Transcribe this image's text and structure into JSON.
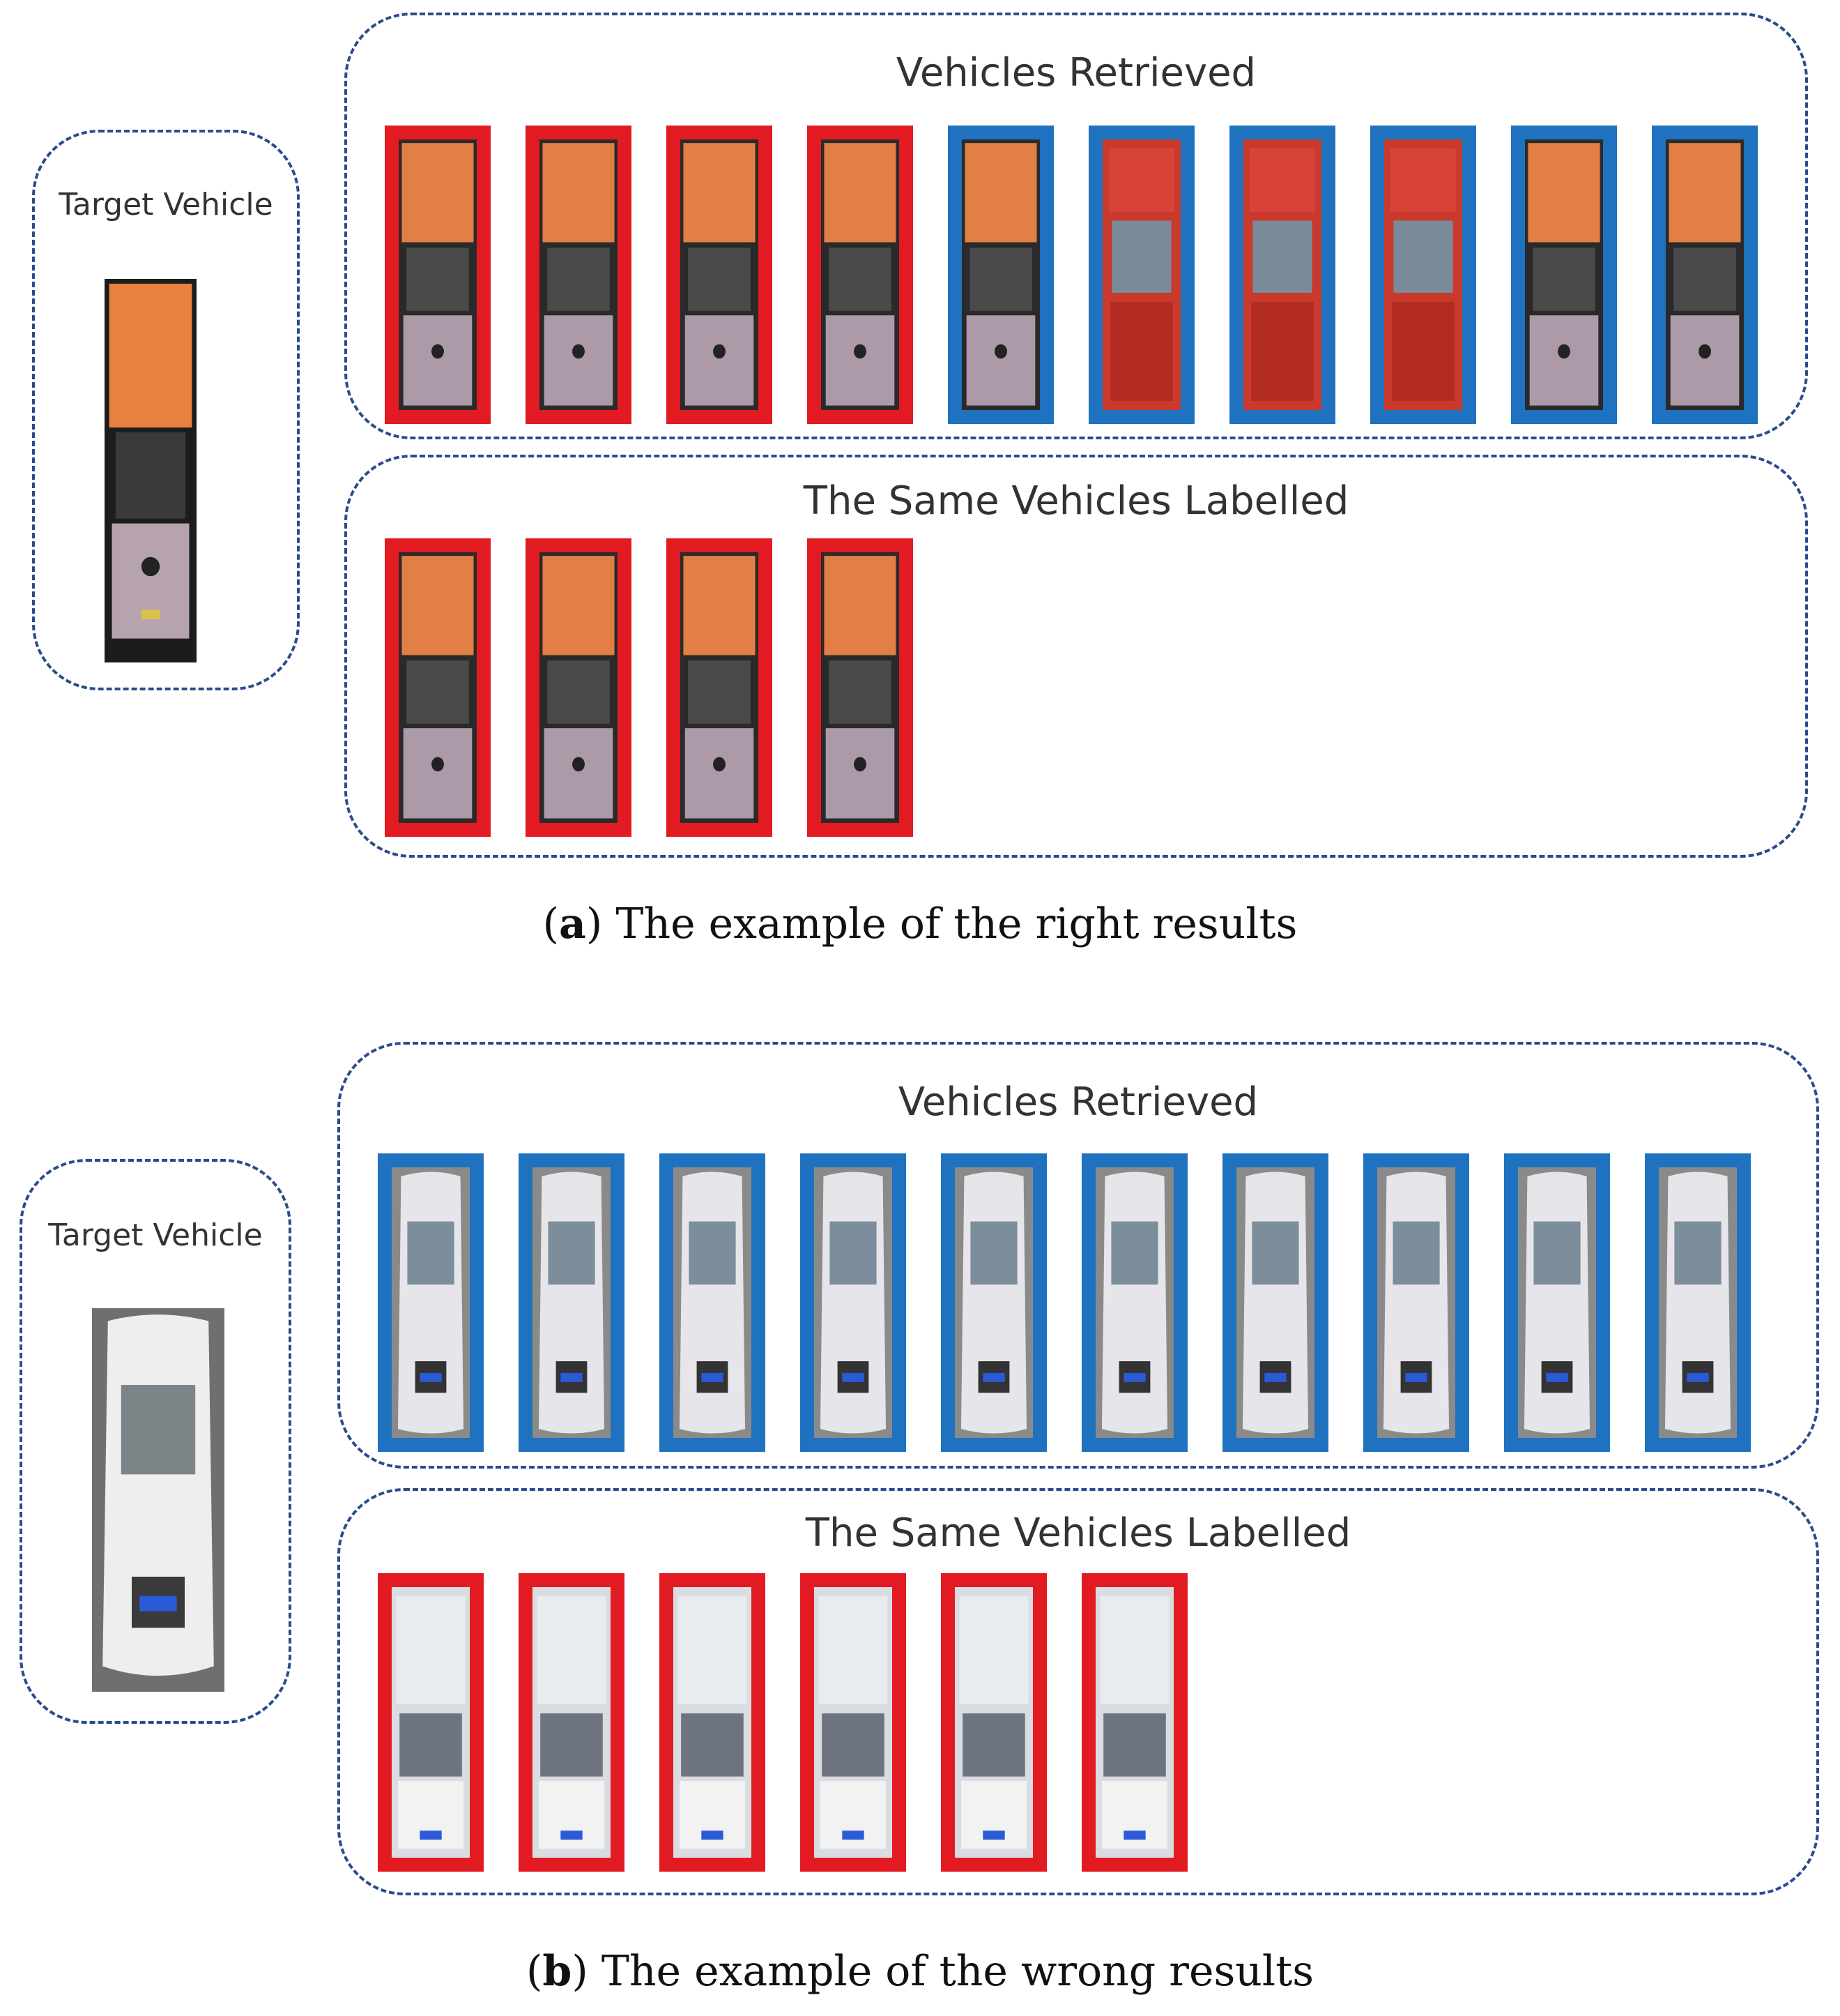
{
  "colors": {
    "border": "#2b4c8c",
    "match": "#e21b23",
    "nonmatch": "#1f72bf"
  },
  "part_a": {
    "target_label": "Target Vehicle",
    "retrieved_title": "Vehicles Retrieved",
    "labelled_title": "The Same Vehicles Labelled",
    "caption_prefix": "(",
    "caption_letter": "a",
    "caption_suffix": ")",
    "caption_text": " The example of the right results",
    "retrieved": [
      "match",
      "match",
      "match",
      "match",
      "nonmatch",
      "nonmatch",
      "nonmatch",
      "nonmatch",
      "nonmatch",
      "nonmatch"
    ],
    "labelled": [
      "match",
      "match",
      "match",
      "match"
    ],
    "vehicle_kind": "truck"
  },
  "part_b": {
    "target_label": "Target Vehicle",
    "retrieved_title": "Vehicles Retrieved",
    "labelled_title": "The Same Vehicles Labelled",
    "caption_prefix": "(",
    "caption_letter": "b",
    "caption_suffix": ")",
    "caption_text": " The example of the wrong results",
    "retrieved": [
      "nonmatch",
      "nonmatch",
      "nonmatch",
      "nonmatch",
      "nonmatch",
      "nonmatch",
      "nonmatch",
      "nonmatch",
      "nonmatch",
      "nonmatch"
    ],
    "labelled": [
      "match",
      "match",
      "match",
      "match",
      "match",
      "match"
    ],
    "vehicle_kind": "car"
  }
}
